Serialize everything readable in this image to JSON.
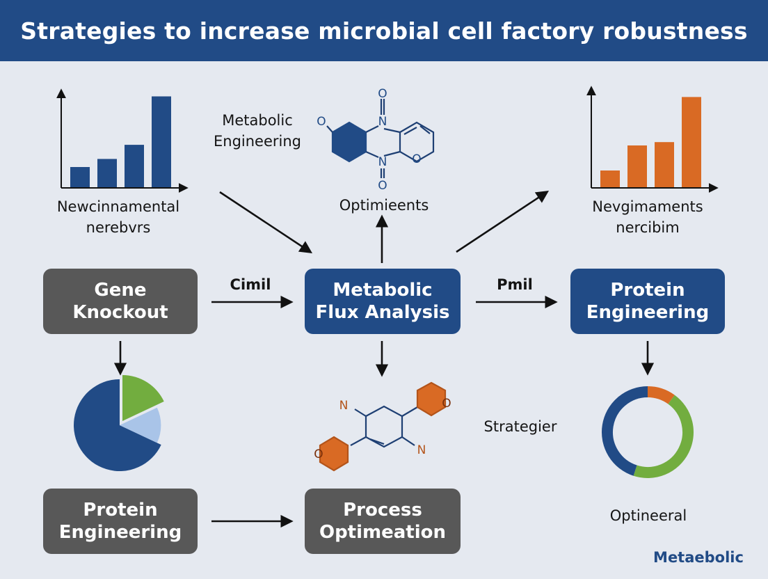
{
  "title": "Strategies to increase microbial cell factory robustness",
  "colors": {
    "header": "#214b86",
    "background": "#e5e9f0",
    "box_gray": "#585858",
    "box_blue": "#214b86",
    "accent_orange": "#d96a24",
    "accent_green": "#72ad3f",
    "accent_light_blue": "#a9c4e8"
  },
  "labels": {
    "top_left_caption": "Newcinnamental\nnerebvrs",
    "top_center_caption": "Metabolic\nEngineering",
    "center_optim": "Optimieents",
    "top_right_caption": "Nevgimaments\nnercibim",
    "arrow_left": "Cimil",
    "arrow_right": "Pmil",
    "strategier": "Strategier",
    "optineeral": "Optineeral",
    "footer": "Metaebolic"
  },
  "boxes": {
    "gene_knockout": "Gene\nKnockout",
    "metabolic_flux": "Metabolic\nFlux Analysis",
    "protein_engineering_right": "Protein\nEngineering",
    "protein_engineering_left": "Protein\nEngineering",
    "process_optimeation": "Process\nOptimeation"
  },
  "molecule_top": {
    "atoms": [
      "O",
      "N",
      "N",
      "O",
      "O",
      "O"
    ]
  },
  "molecule_bottom": {
    "atoms": [
      "N",
      "O",
      "O",
      "N"
    ]
  },
  "chart_data": [
    {
      "type": "bar",
      "series": [
        {
          "values": [
            1,
            1.4,
            2.1,
            4.5
          ],
          "color": "#214b86"
        }
      ]
    },
    {
      "type": "bar",
      "series": [
        {
          "values": [
            1,
            2.5,
            2.7,
            5.4
          ],
          "color": "#d96a24"
        }
      ]
    },
    {
      "type": "pie",
      "slices": [
        {
          "value": 68,
          "color": "#214b86"
        },
        {
          "value": 18,
          "color": "#72ad3f"
        },
        {
          "value": 14,
          "color": "#a9c4e8"
        }
      ]
    },
    {
      "type": "pie",
      "style": "donut",
      "slices": [
        {
          "value": 10,
          "color": "#d96a24"
        },
        {
          "value": 45,
          "color": "#72ad3f"
        },
        {
          "value": 45,
          "color": "#214b86"
        }
      ]
    }
  ]
}
